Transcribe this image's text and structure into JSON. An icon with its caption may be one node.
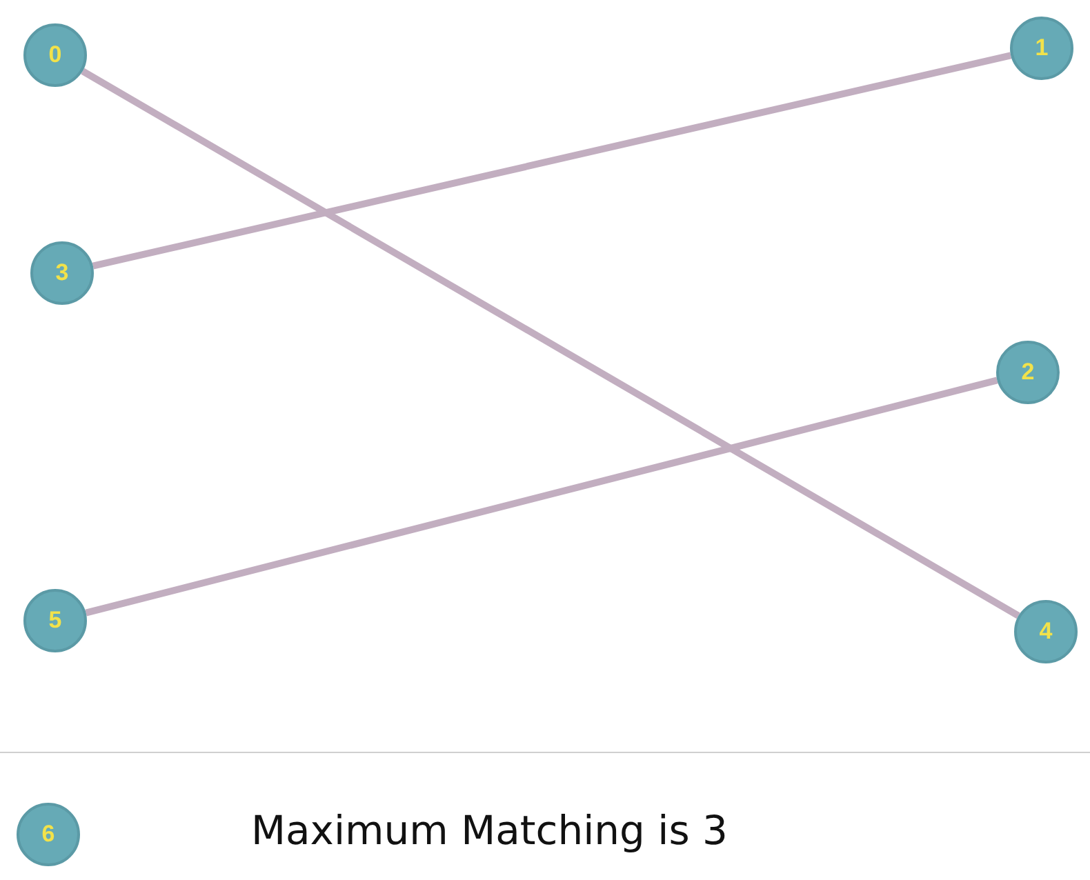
{
  "diagram": {
    "nodes": [
      {
        "text": [
          "0"
        ]
      },
      {
        "text": [
          "1"
        ]
      },
      {
        "text": [
          "3"
        ]
      },
      {
        "text": [
          "2"
        ]
      },
      {
        "text": [
          "5"
        ]
      },
      {
        "text": [
          "4"
        ]
      },
      {
        "text": [
          "6"
        ]
      }
    ],
    "edges": [
      {
        "from": 0,
        "to": 5,
        "arrow": "none"
      },
      {
        "from": 2,
        "to": 1,
        "arrow": "none"
      },
      {
        "from": 4,
        "to": 3,
        "arrow": "none"
      }
    ],
    "labels": [
      "Maximum Matching is 3"
    ]
  }
}
